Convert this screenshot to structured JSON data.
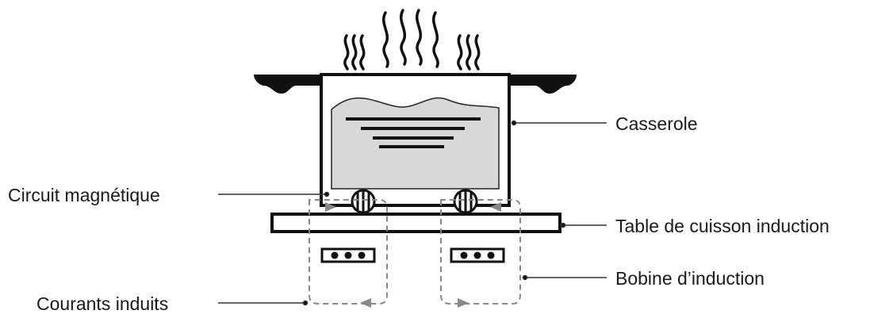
{
  "labels": {
    "casserole": "Casserole",
    "circuit": "Circuit magnétique",
    "table": "Table de cuisson induction",
    "bobine": "Bobine d’induction",
    "courants": "Courants induits"
  }
}
